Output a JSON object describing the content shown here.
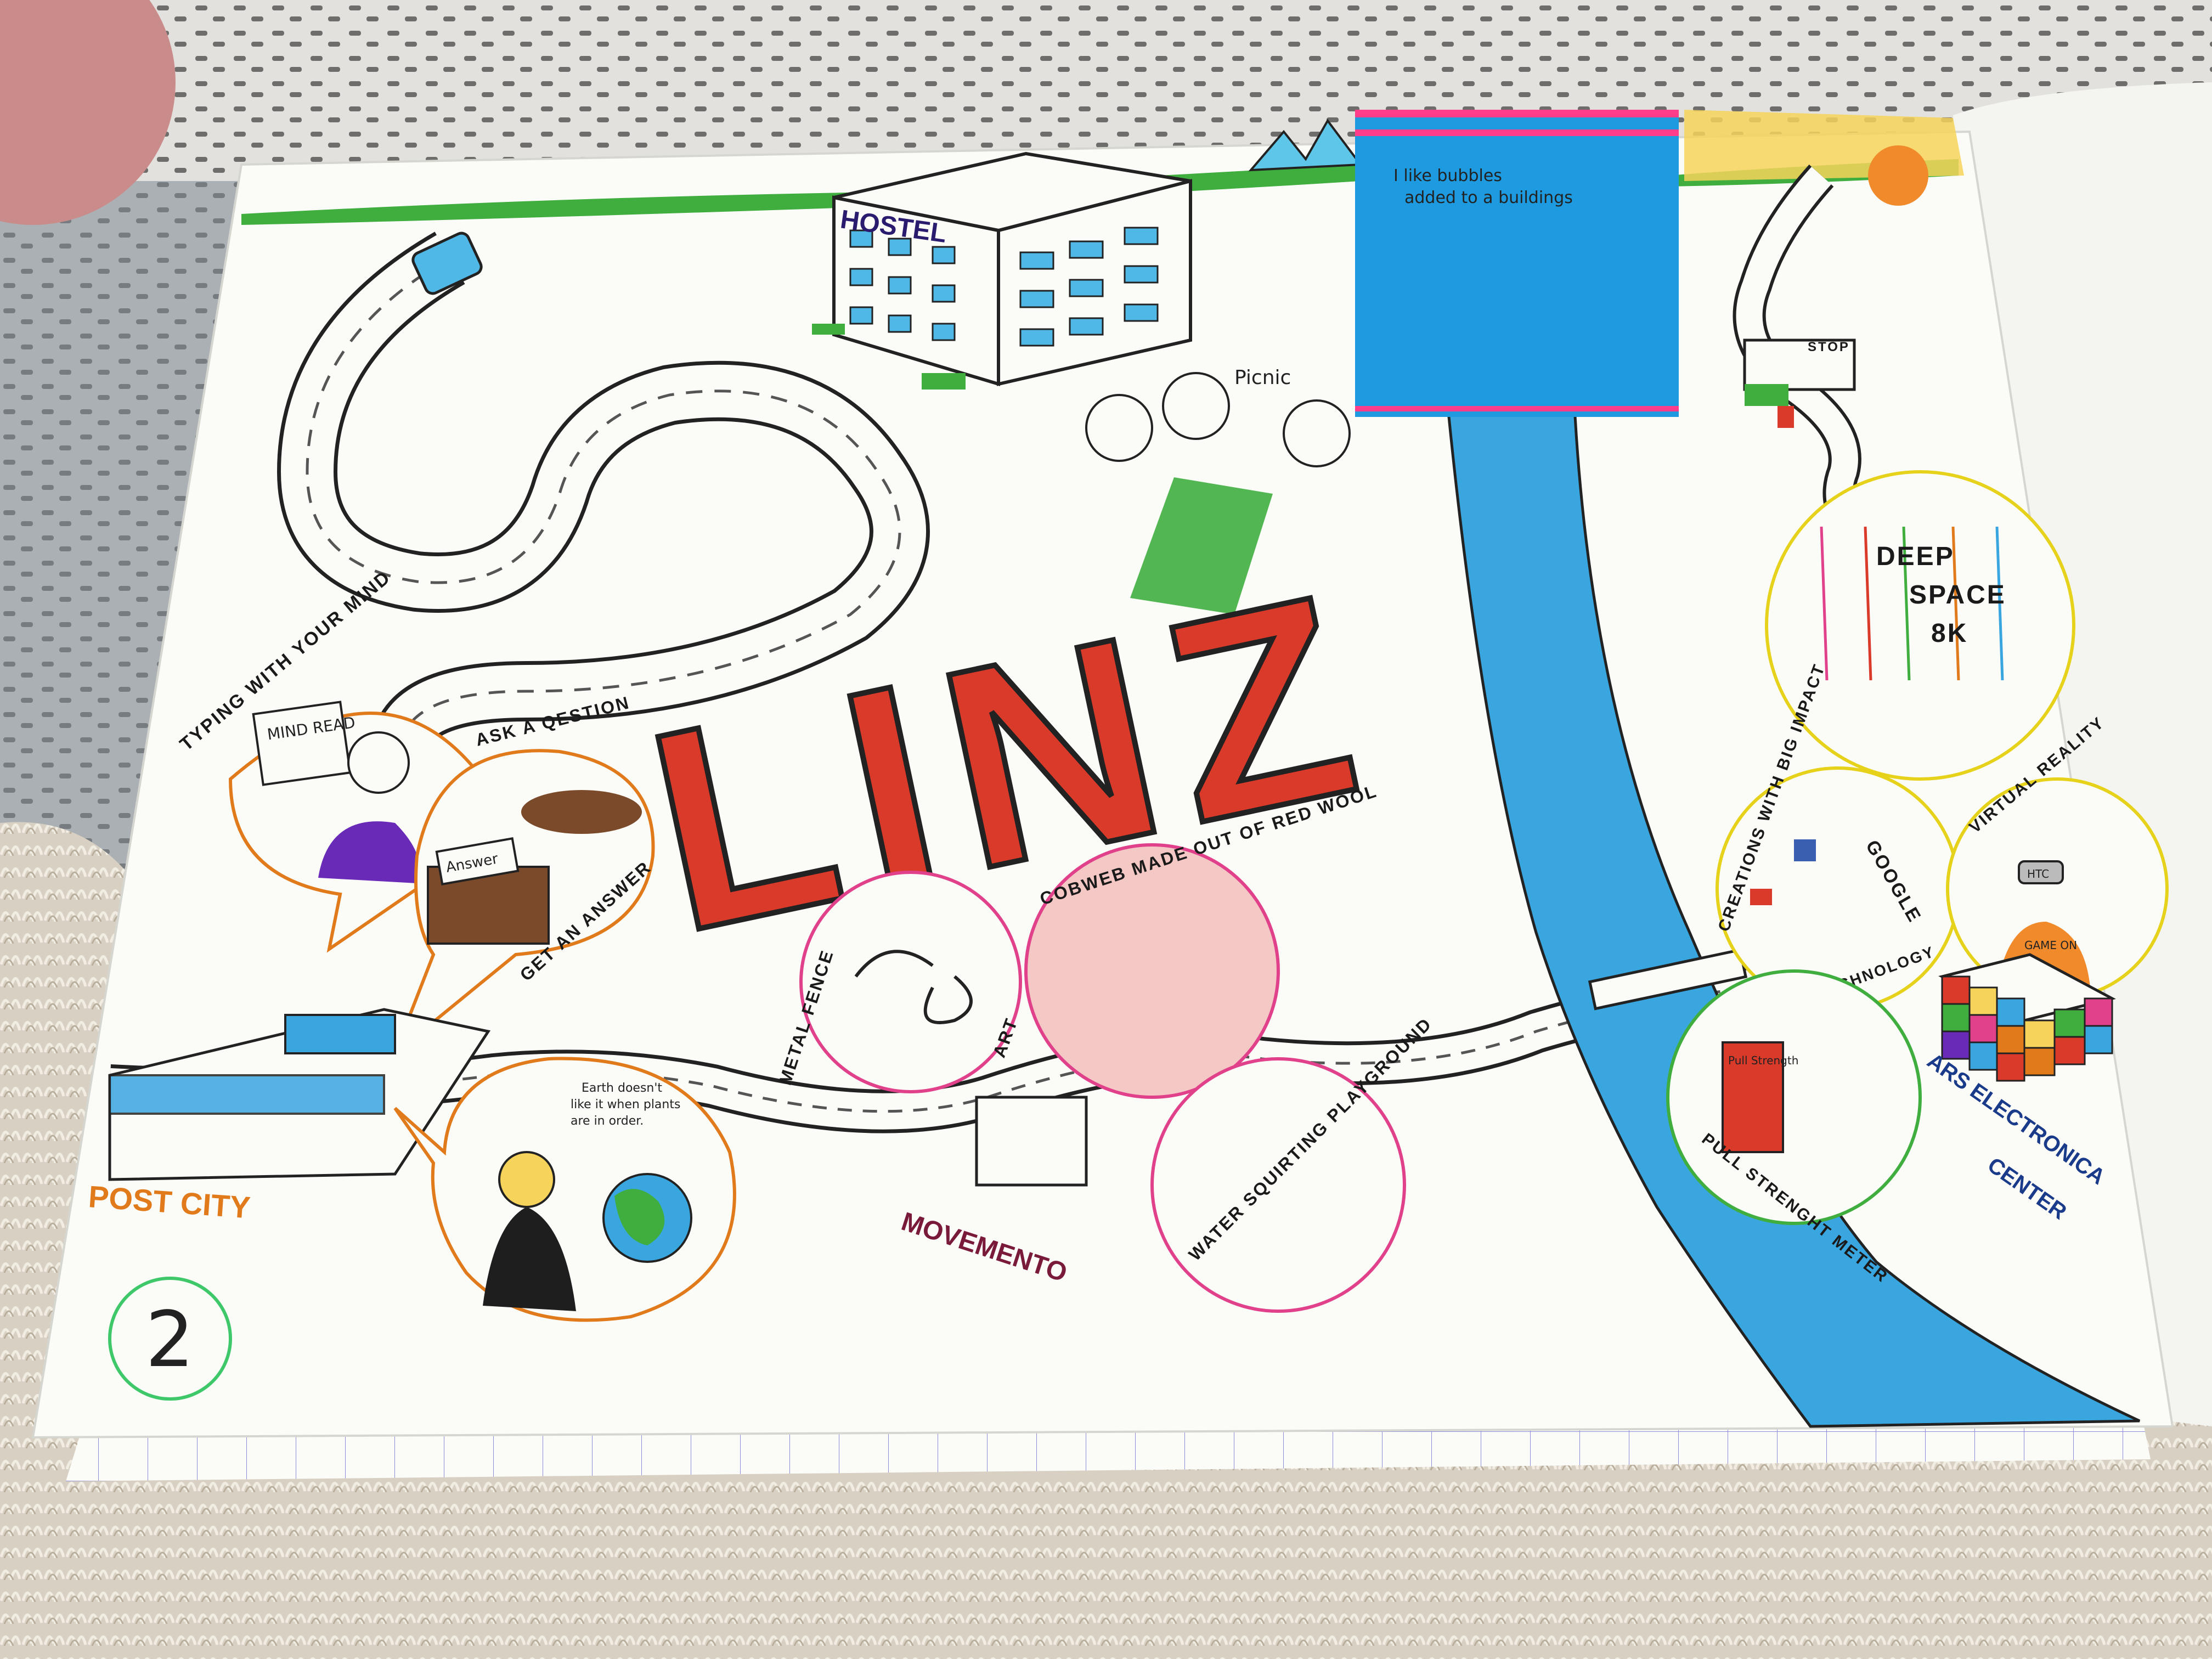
{
  "map": {
    "title": "LINZ",
    "page_number": "2",
    "sticky_note": {
      "line1": "I like bubbles",
      "line2": "added to a buildings"
    },
    "places": {
      "hostel": "HOSTEL",
      "picnic": "Picnic",
      "stop_sign": "STOP",
      "deep_space_1": "DEEP",
      "deep_space_2": "SPACE",
      "deep_space_3": "8K",
      "post_city": "POST CITY",
      "movemento": "MOVEMENTO",
      "ars_electronica_1": "ARS ELECTRONICA",
      "ars_electronica_2": "CENTER"
    },
    "bubbles": {
      "typing": "TYPING WITH YOUR MIND",
      "mind_read": "MIND READ",
      "ask": "ASK A QESTION",
      "answer_sign": "Answer",
      "get_answer": "GET AN ANSWER",
      "earth_quote_1": "Earth doesn't",
      "earth_quote_2": "like it when plants",
      "earth_quote_3": "are in order.",
      "metal_fence": "METAL FENCE",
      "art": "ART",
      "cobweb": "COBWEB MADE OUT OF RED WOOL",
      "water": "WATER SQUIRTING PLAYGROUND",
      "creations": "CREATIONS WITH BIG IMPACT",
      "google": "GOOGLE",
      "on_tech": "ON TECHNOLOGY",
      "virtual_reality": "VIRTUAL REALITY",
      "htc": "HTC",
      "game_on": "GAME ON",
      "pull_strength": "PULL STRENGHT METER",
      "pull_sign": "Pull Strength"
    }
  },
  "colors": {
    "river": "#3aa6e0",
    "linz_red": "#d93a2a",
    "sticky": "#1e9be0",
    "sticky_stripe": "#ff3d8b",
    "grass": "#3fae3f",
    "paper": "#fbfbf8"
  }
}
